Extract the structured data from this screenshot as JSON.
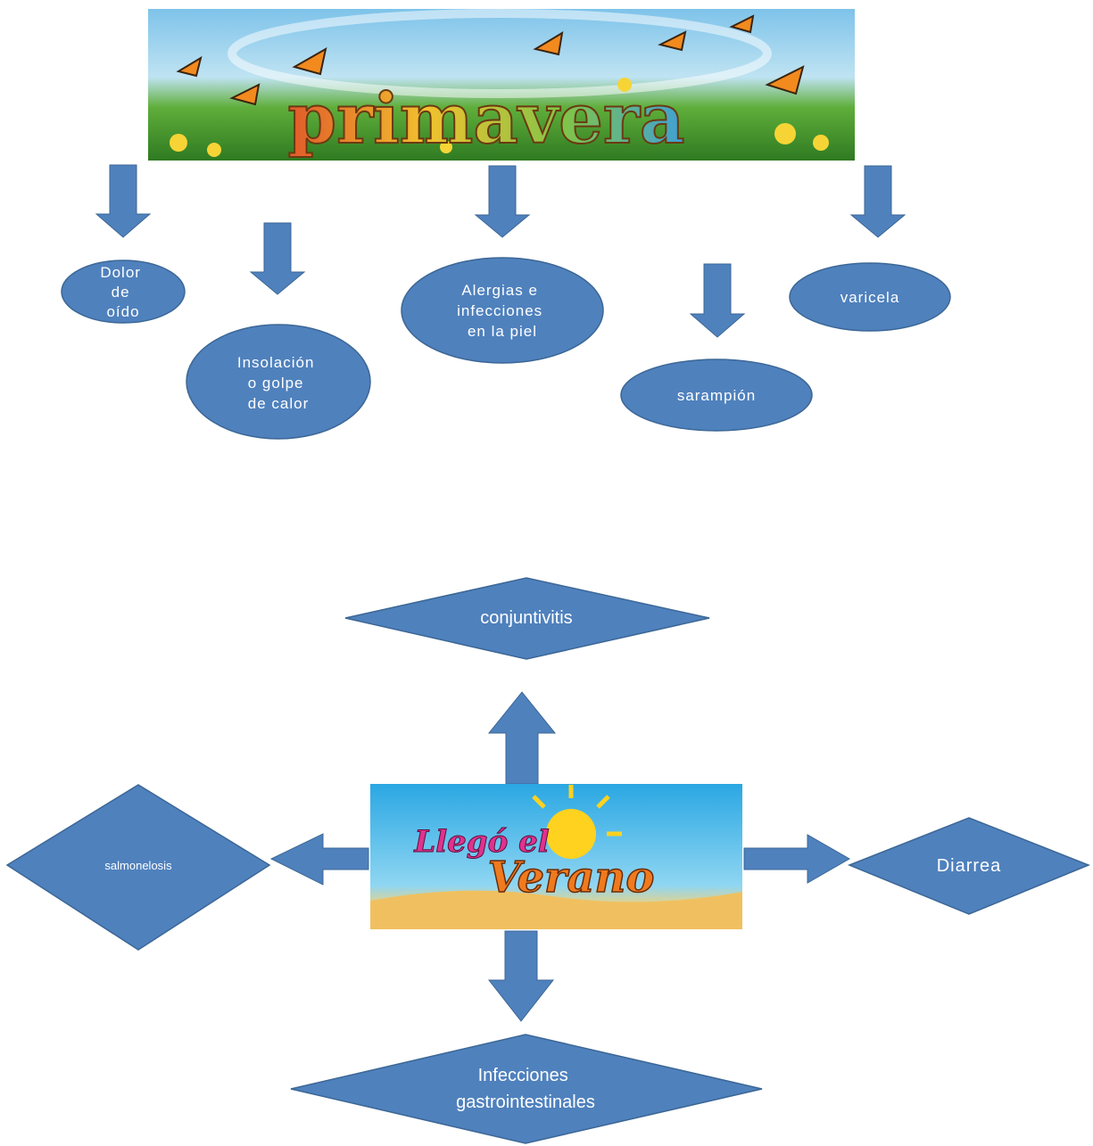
{
  "colors": {
    "shape_fill": "#4f81bd",
    "shape_stroke": "#3c6796",
    "text": "#ffffff"
  },
  "spring": {
    "banner_title": "primavera",
    "nodes": [
      {
        "lines": [
          "Dolor",
          "de",
          "oído"
        ]
      },
      {
        "lines": [
          "Insolación",
          "o golpe",
          "de calor"
        ]
      },
      {
        "lines": [
          "Alergias e",
          "infecciones",
          "en la piel"
        ]
      },
      {
        "lines": [
          "sarampión"
        ]
      },
      {
        "lines": [
          "varicela"
        ]
      }
    ]
  },
  "summer": {
    "center_image_text": [
      "Llegó el",
      "Verano"
    ],
    "nodes": {
      "top": {
        "lines": [
          "conjuntivitis"
        ]
      },
      "left": {
        "lines": [
          "salmonelosis"
        ]
      },
      "right": {
        "lines": [
          "Diarrea"
        ]
      },
      "bottom": {
        "lines": [
          "Infecciones",
          "gastrointestinales"
        ]
      }
    }
  }
}
